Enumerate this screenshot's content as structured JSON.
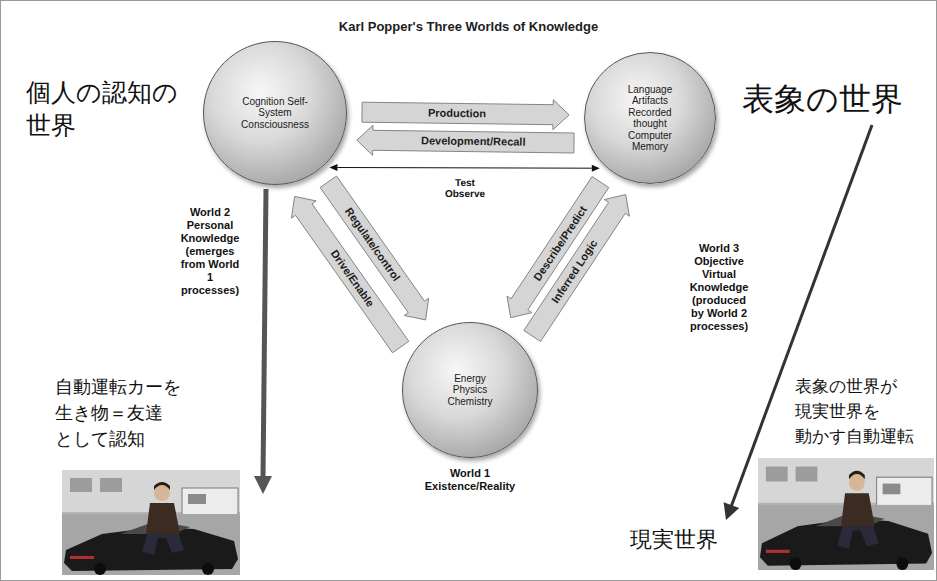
{
  "diagram": {
    "title": "Karl Popper's Three Worlds of Knowledge",
    "nodes": [
      {
        "text": [
          "Cognition Self-System Consciousness"
        ]
      },
      {
        "text": [
          "Language Artifacts Recorded thought Computer Memory"
        ]
      },
      {
        "text": [
          "Energy Physics Chemistry"
        ]
      }
    ],
    "edges": [
      {
        "from": 0,
        "to": 1,
        "label": "Production",
        "arrow": "to"
      },
      {
        "from": 1,
        "to": 0,
        "label": "Development/Recall",
        "arrow": "to"
      },
      {
        "from": 0,
        "to": 1,
        "label": "Test Observe",
        "arrow": "both"
      },
      {
        "from": 0,
        "to": 2,
        "label": "Regulate/control",
        "arrow": "to"
      },
      {
        "from": 2,
        "to": 0,
        "label": "Drive/Enable",
        "arrow": "to"
      },
      {
        "from": 1,
        "to": 2,
        "label": "Describe/Predict",
        "arrow": "to"
      },
      {
        "from": 2,
        "to": 1,
        "label": "Inferred Logic",
        "arrow": "to"
      }
    ],
    "labels": [
      "World 2 Personal Knowledge (emerges from World 1 processes)",
      "World 3 Objective Virtual Knowledge (produced by World 2 processes)",
      "World 1 Existence/Reality",
      "個人の認知の 世界",
      "表象の世界",
      "自動運転カーを 生き物＝友達 として認知",
      "表象の世界が 現実世界を 動かす自動運転",
      "現実世界"
    ]
  }
}
